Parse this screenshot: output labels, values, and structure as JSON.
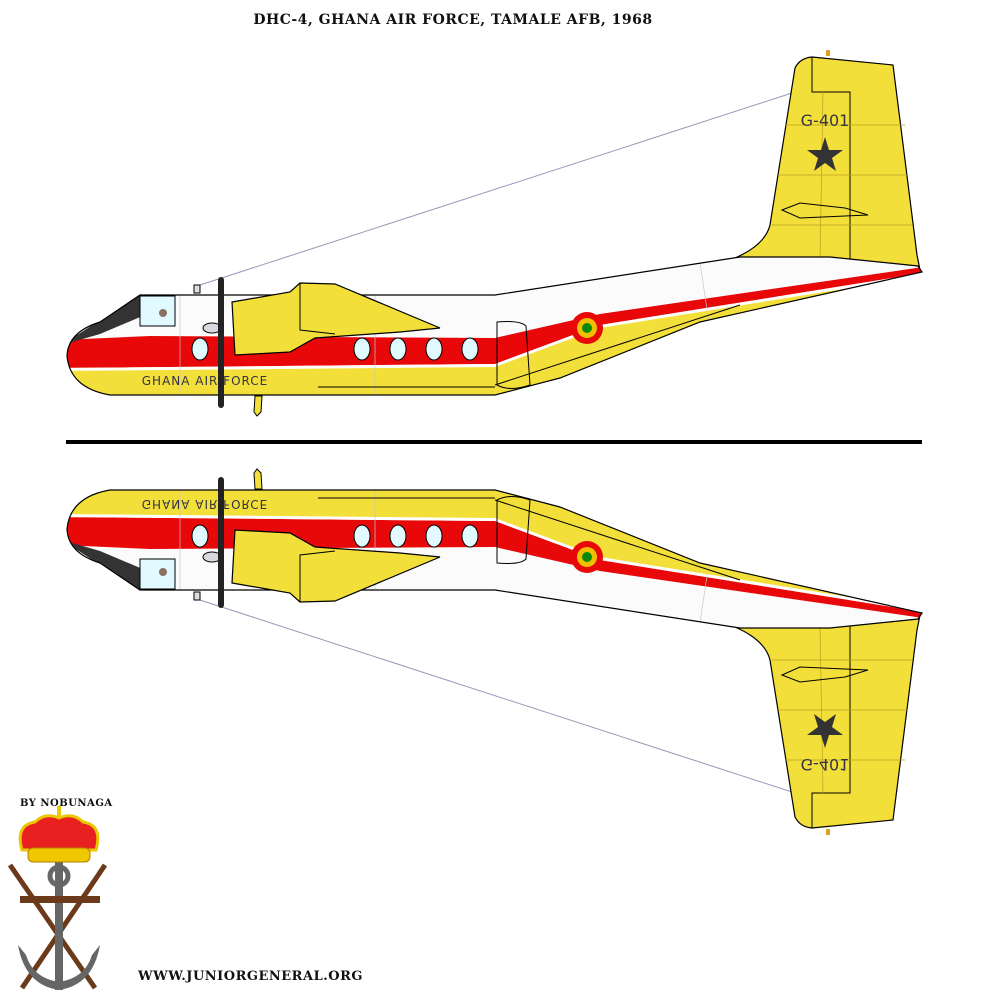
{
  "title": "DHC-4, GHANA AIR FORCE, TAMALE AFB, 1968",
  "credit": "BY NOBUNAGA",
  "website": "WWW.JUNIORGENERAL.ORG",
  "aircraft": {
    "fuselage_text": "GHANA AIR FORCE",
    "serial": "G-401",
    "views": [
      "port-side",
      "starboard-side-mirrored"
    ]
  },
  "colors": {
    "yellow": "#f3df3a",
    "red": "#e8080a",
    "white": "#fbfbfb",
    "black": "#000000",
    "window": "#e0faff",
    "markings": "#333344",
    "roundel_green": "#0a8a0a"
  }
}
